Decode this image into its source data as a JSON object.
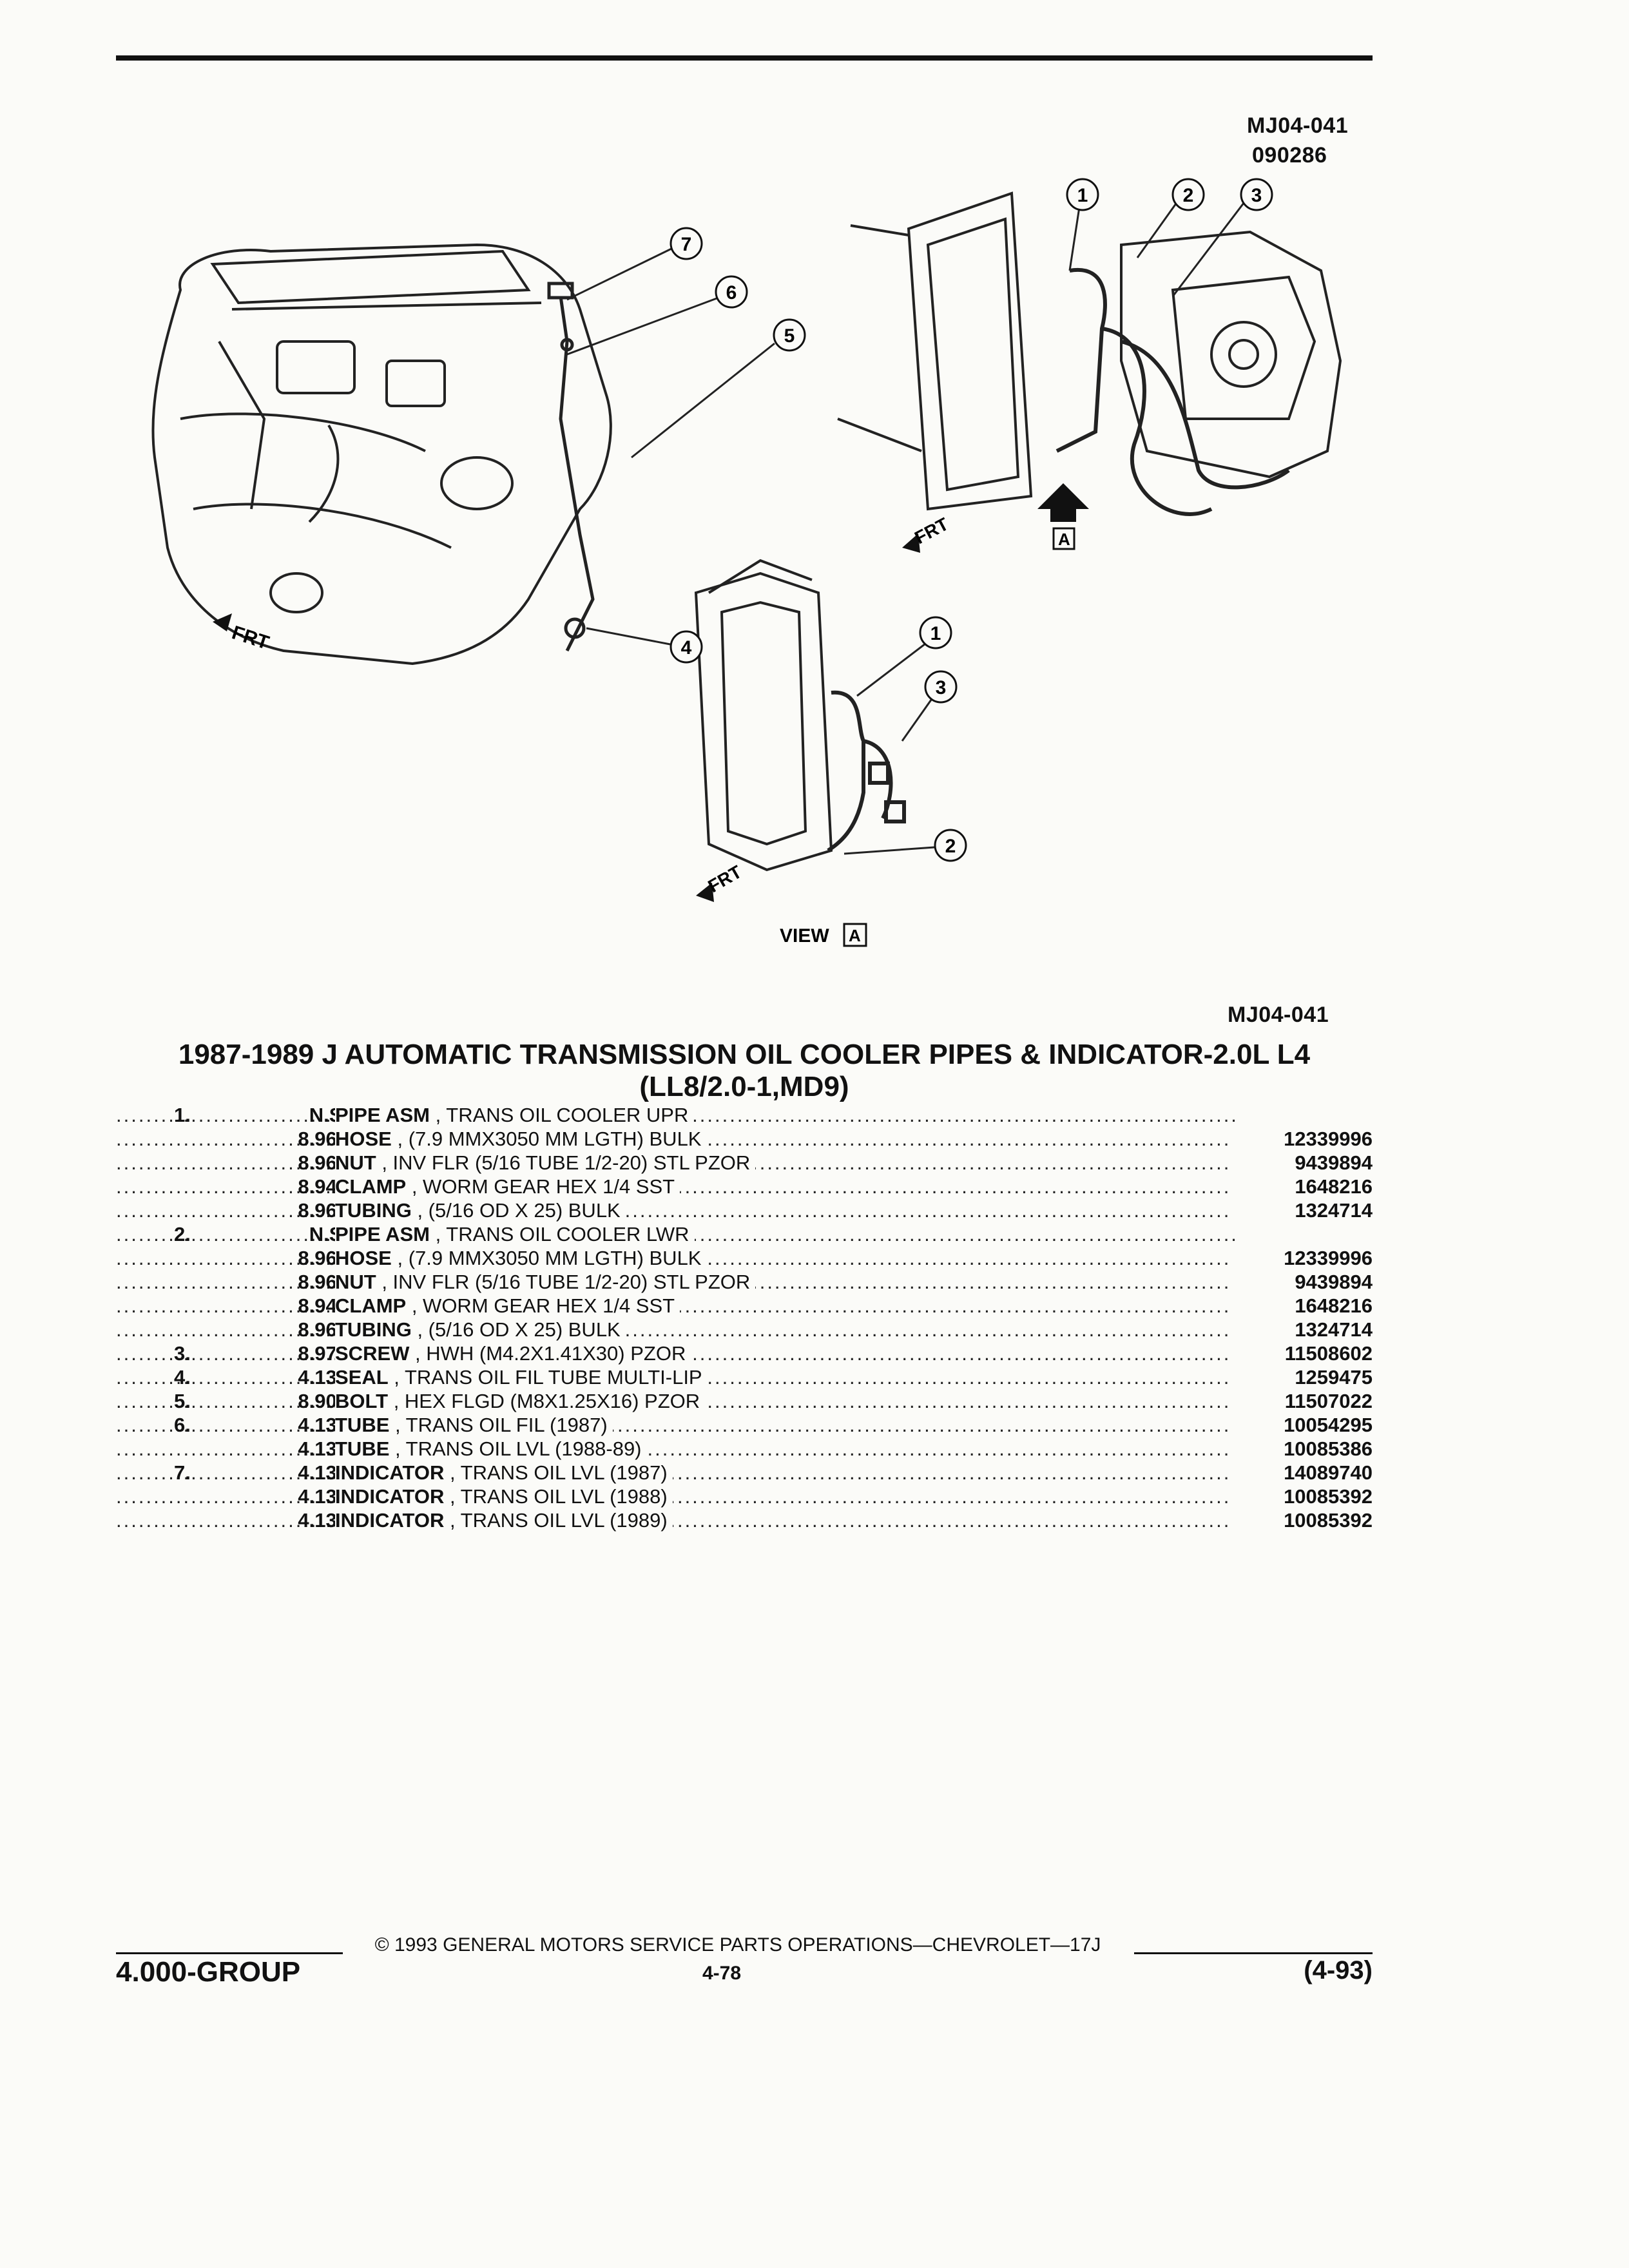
{
  "header": {
    "code_top": "MJ04-041",
    "date_code": "090286",
    "code_bottom": "MJ04-041"
  },
  "diagram": {
    "front_label": "FRT",
    "view_label": "VIEW",
    "view_letter": "A",
    "callouts": [
      "1",
      "2",
      "3",
      "4",
      "5",
      "6",
      "7"
    ]
  },
  "title": {
    "line1": "1987-1989 J AUTOMATIC TRANSMISSION OIL COOLER PIPES & INDICATOR-2.0L L4",
    "line2": "(LL8/2.0-1,MD9)"
  },
  "parts": [
    {
      "num": "1.",
      "group": "N.S.",
      "name": "PIPE ASM",
      "desc": " , TRANS OIL COOLER UPR",
      "pn": ""
    },
    {
      "num": "",
      "group": "8.962",
      "name": "HOSE",
      "desc": " , (7.9 MMX3050 MM LGTH) BULK",
      "pn": "12339996"
    },
    {
      "num": "",
      "group": "8.963",
      "name": "NUT",
      "desc": " , INV FLR (5/16 TUBE 1/2-20) STL PZOR",
      "pn": "9439894"
    },
    {
      "num": "",
      "group": "8.948",
      "name": "CLAMP",
      "desc": " , WORM GEAR HEX 1/4 SST",
      "pn": "1648216"
    },
    {
      "num": "",
      "group": "8.964",
      "name": "TUBING",
      "desc": " , (5/16 OD X 25) BULK",
      "pn": "1324714"
    },
    {
      "num": "2.",
      "group": "N.S.",
      "name": "PIPE ASM",
      "desc": " , TRANS OIL COOLER LWR",
      "pn": ""
    },
    {
      "num": "",
      "group": "8.962",
      "name": "HOSE",
      "desc": " , (7.9 MMX3050 MM LGTH) BULK",
      "pn": "12339996"
    },
    {
      "num": "",
      "group": "8.963",
      "name": "NUT",
      "desc": " , INV FLR (5/16 TUBE 1/2-20) STL PZOR",
      "pn": "9439894"
    },
    {
      "num": "",
      "group": "8.948",
      "name": "CLAMP",
      "desc": " , WORM GEAR HEX 1/4 SST",
      "pn": "1648216"
    },
    {
      "num": "",
      "group": "8.964",
      "name": "TUBING",
      "desc": " , (5/16 OD X 25) BULK",
      "pn": "1324714"
    },
    {
      "num": "3.",
      "group": "8.977",
      "name": "SCREW",
      "desc": " , HWH (M4.2X1.41X30) PZOR",
      "pn": "11508602"
    },
    {
      "num": "4.",
      "group": "4.133",
      "name": "SEAL",
      "desc": " , TRANS OIL FIL TUBE MULTI-LIP",
      "pn": "1259475"
    },
    {
      "num": "5.",
      "group": "8.900",
      "name": "BOLT",
      "desc": " , HEX FLGD (M8X1.25X16) PZOR",
      "pn": "11507022"
    },
    {
      "num": "6.",
      "group": "4.133",
      "name": "TUBE",
      "desc": " , TRANS OIL FIL (1987)",
      "pn": "10054295"
    },
    {
      "num": "",
      "group": "4.133",
      "name": "TUBE",
      "desc": " , TRANS OIL LVL (1988-89)",
      "pn": "10085386"
    },
    {
      "num": "7.",
      "group": "4.133",
      "name": "INDICATOR",
      "desc": " , TRANS OIL LVL (1987)",
      "pn": "14089740"
    },
    {
      "num": "",
      "group": "4.133",
      "name": "INDICATOR",
      "desc": " , TRANS OIL LVL (1988)",
      "pn": "10085392"
    },
    {
      "num": "",
      "group": "4.133",
      "name": "INDICATOR",
      "desc": " , TRANS OIL LVL (1989)",
      "pn": "10085392"
    }
  ],
  "footer": {
    "copyright": "© 1993 GENERAL MOTORS SERVICE PARTS OPERATIONS—CHEVROLET—17J",
    "group": "4.000-GROUP",
    "page": "4-78",
    "revision": "(4-93)"
  }
}
